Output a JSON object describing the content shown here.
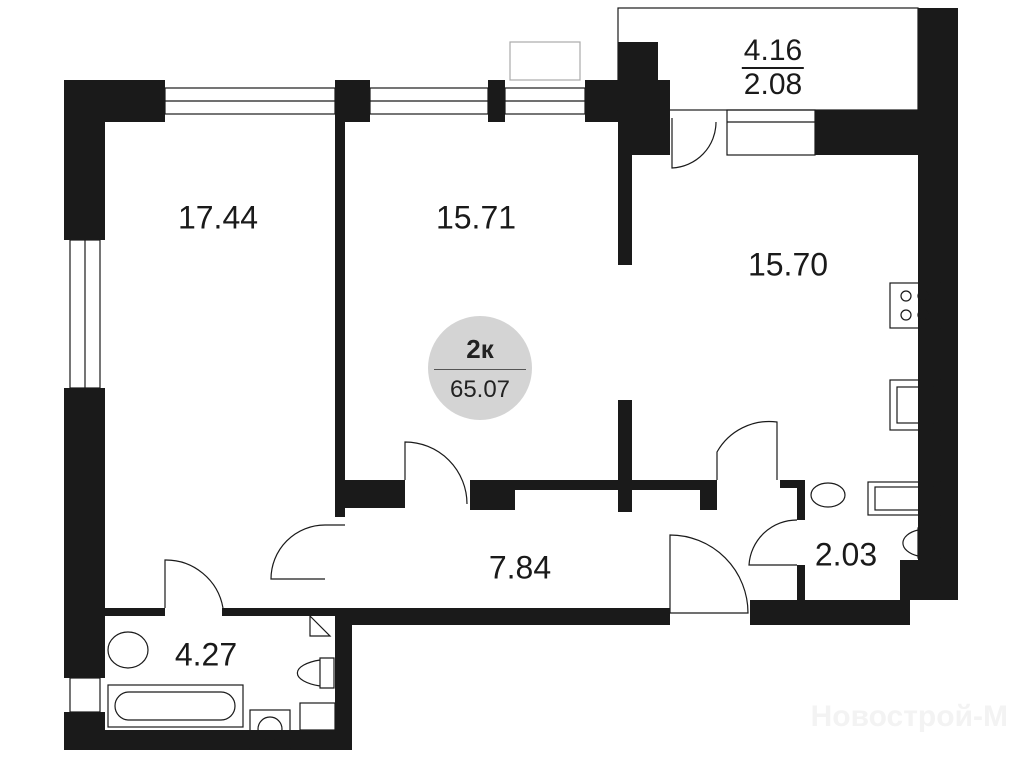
{
  "plan": {
    "badge": {
      "rooms": "2к",
      "total_area": "65.07"
    },
    "rooms": [
      {
        "name": "room-1",
        "area": "17.44"
      },
      {
        "name": "room-2",
        "area": "15.71"
      },
      {
        "name": "kitchen",
        "area": "15.70"
      },
      {
        "name": "hallway",
        "area": "7.84"
      },
      {
        "name": "bathroom",
        "area": "4.27"
      },
      {
        "name": "toilet",
        "area": "2.03"
      }
    ],
    "balcony": {
      "area": "4.16",
      "reduced_area": "2.08"
    },
    "watermark": "Новострой-М",
    "colors": {
      "wall": "#1a1a1a",
      "badge": "#d4d4d4"
    }
  }
}
